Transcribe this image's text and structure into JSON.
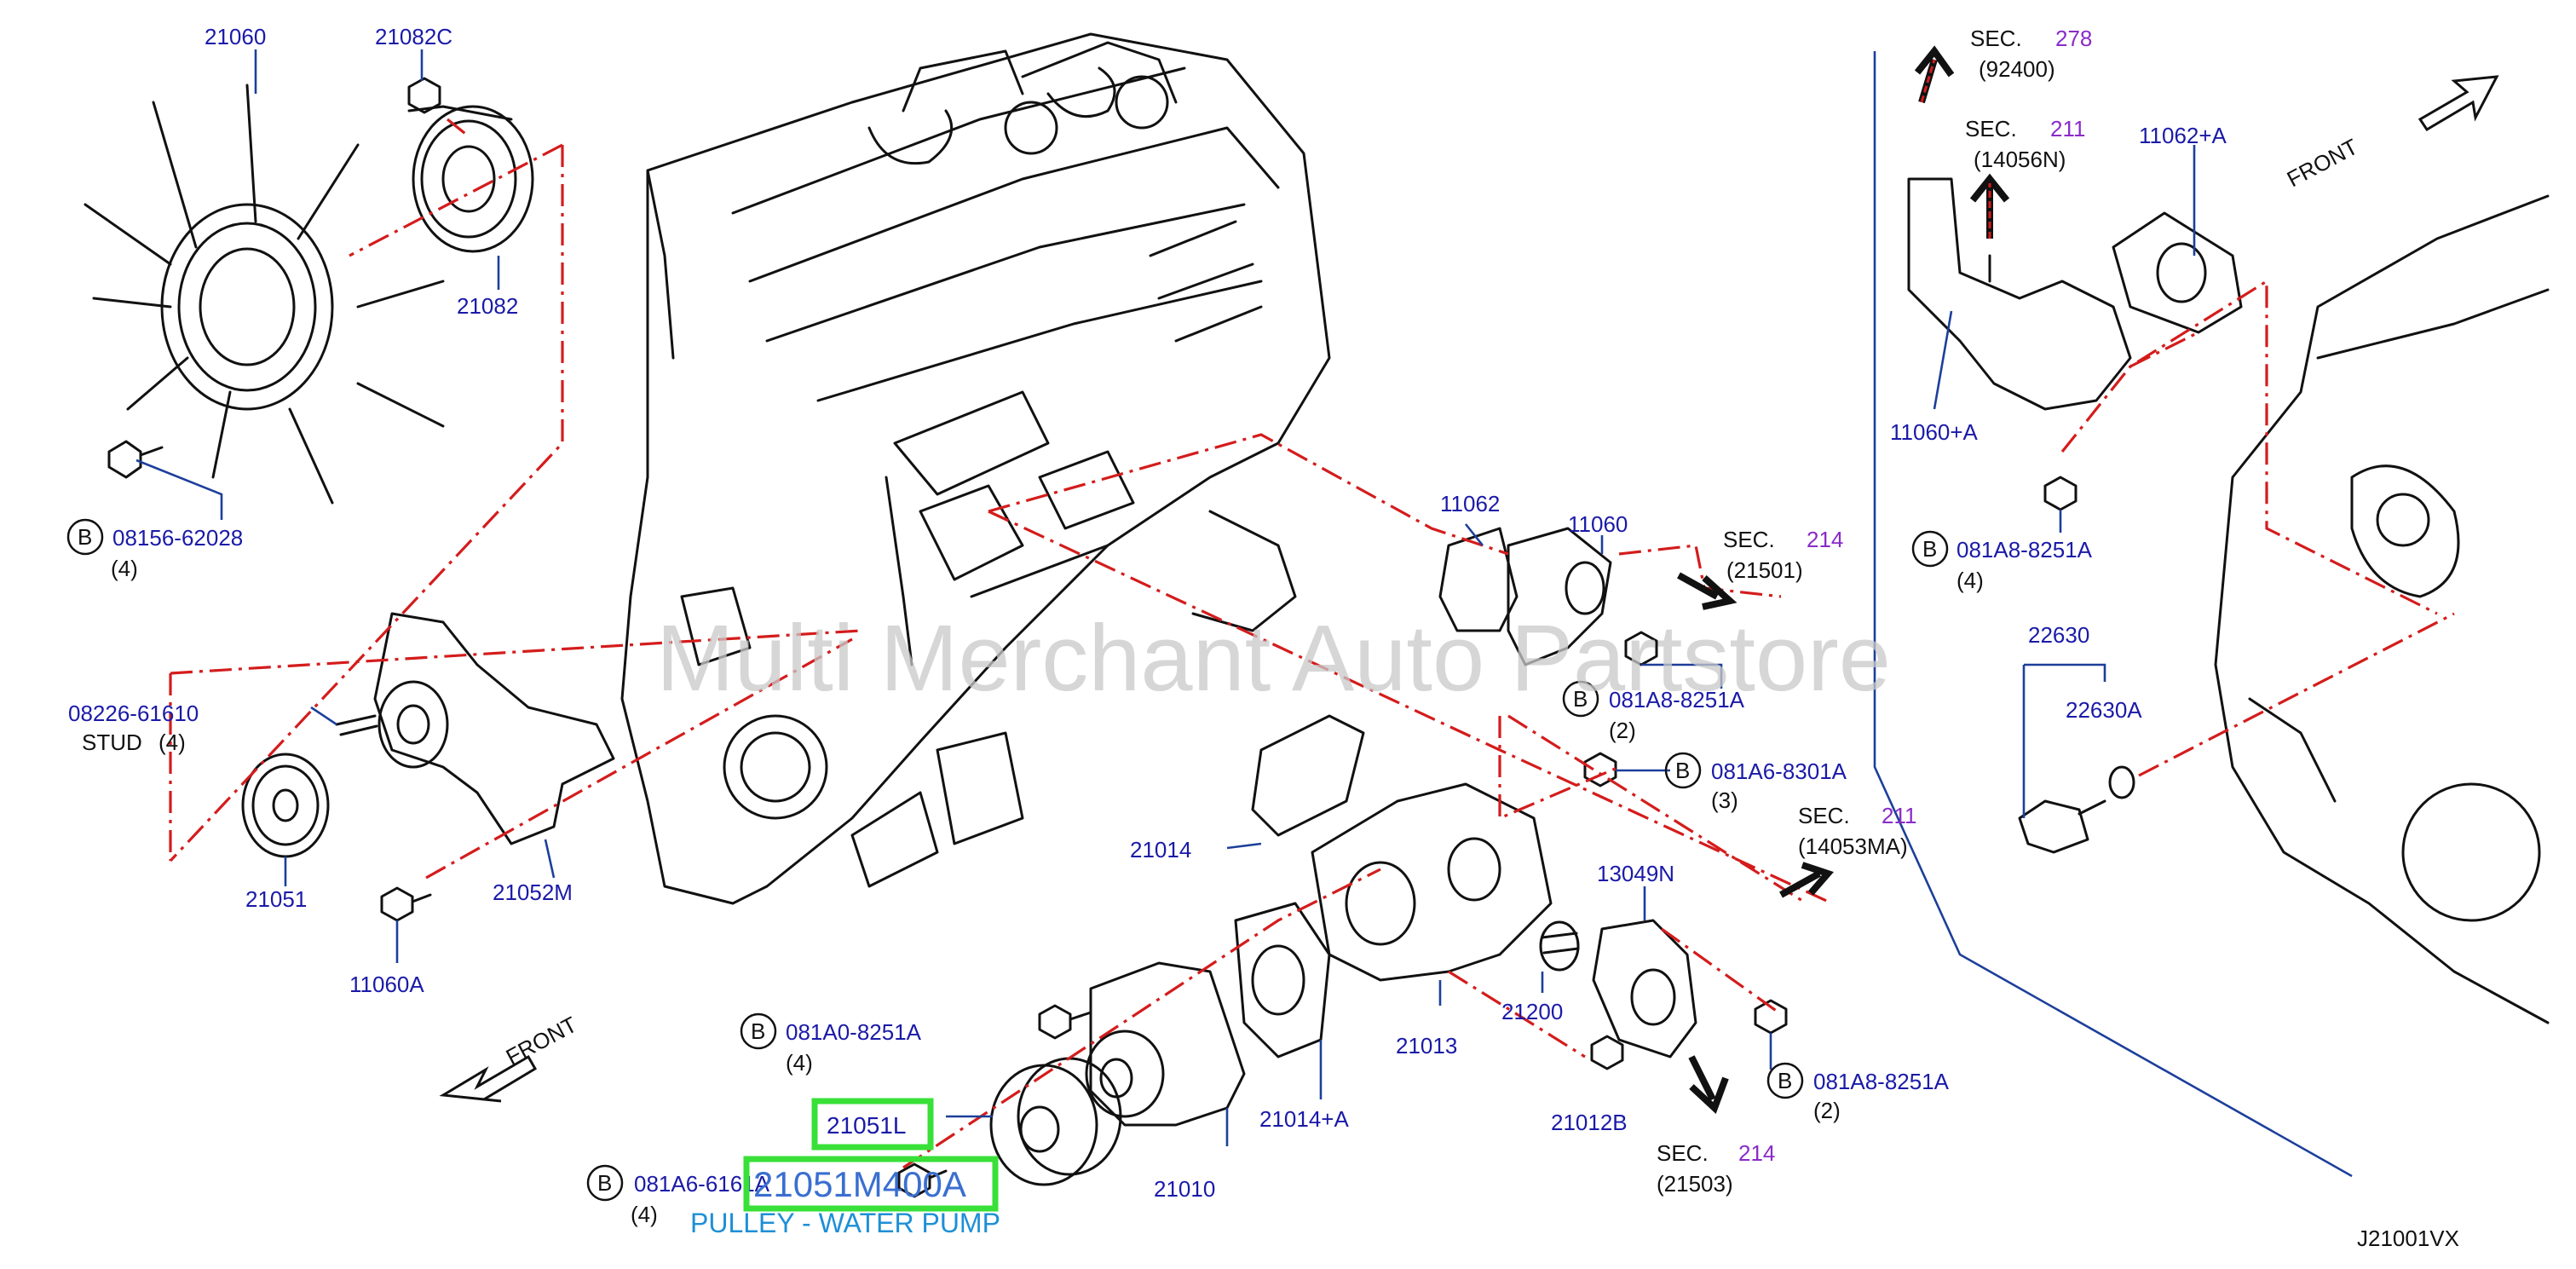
{
  "watermark": "Multi Merchant Auto Partstore",
  "diagram_code": "J21001VX",
  "front_labels": [
    "FRONT",
    "FRONT"
  ],
  "bolt_symbol": "B",
  "parts": {
    "p21060": "21060",
    "p21082c": "21082C",
    "p21082": "21082",
    "p08156": "08156-62028",
    "q4a": "(4)",
    "p08226": "08226-61610",
    "stud": "STUD",
    "q4b": "(4)",
    "p21051": "21051",
    "p21052m": "21052M",
    "p11060a": "11060A",
    "p11062": "11062",
    "p11060": "11060",
    "p081a8_a": "081A8-8251A",
    "q2a": "(2)",
    "p081a6_83": "081A6-8301A",
    "q3": "(3)",
    "p21014": "21014",
    "p13049n": "13049N",
    "p21200": "21200",
    "p21013": "21013",
    "p081a0": "081A0-8251A",
    "q4c": "(4)",
    "p21014a": "21014+A",
    "p21012b": "21012B",
    "p081a8_b": "081A8-8251A",
    "q2b": "(2)",
    "p21051l": "21051L",
    "p081a6_61": "081A6-6161A",
    "q4d": "(4)",
    "p21010": "21010",
    "p11062a": "11062+A",
    "p11060pa": "11060+A",
    "p081a8_c": "081A8-8251A",
    "q4e": "(4)",
    "p22630": "22630",
    "p22630a": "22630A"
  },
  "sections": {
    "s278": {
      "label": "SEC.",
      "num": "278",
      "sub": "(92400)"
    },
    "s211a": {
      "label": "SEC.",
      "num": "211",
      "sub": "(14056N)"
    },
    "s214a": {
      "label": "SEC.",
      "num": "214",
      "sub": "(21501)"
    },
    "s211b": {
      "label": "SEC.",
      "num": "211",
      "sub": "(14053MA)"
    },
    "s214b": {
      "label": "SEC.",
      "num": "214",
      "sub": "(21503)"
    }
  },
  "highlight": {
    "part_number": "21051M400A",
    "description": "PULLEY - WATER PUMP"
  },
  "colors": {
    "part_label": "#1a1aa8",
    "section_number": "#8a2bc9",
    "leader_red": "#d41c1c",
    "leader_blue": "#1c3f9a",
    "highlight_box": "#38e038",
    "caption": "#1e8fd6"
  }
}
